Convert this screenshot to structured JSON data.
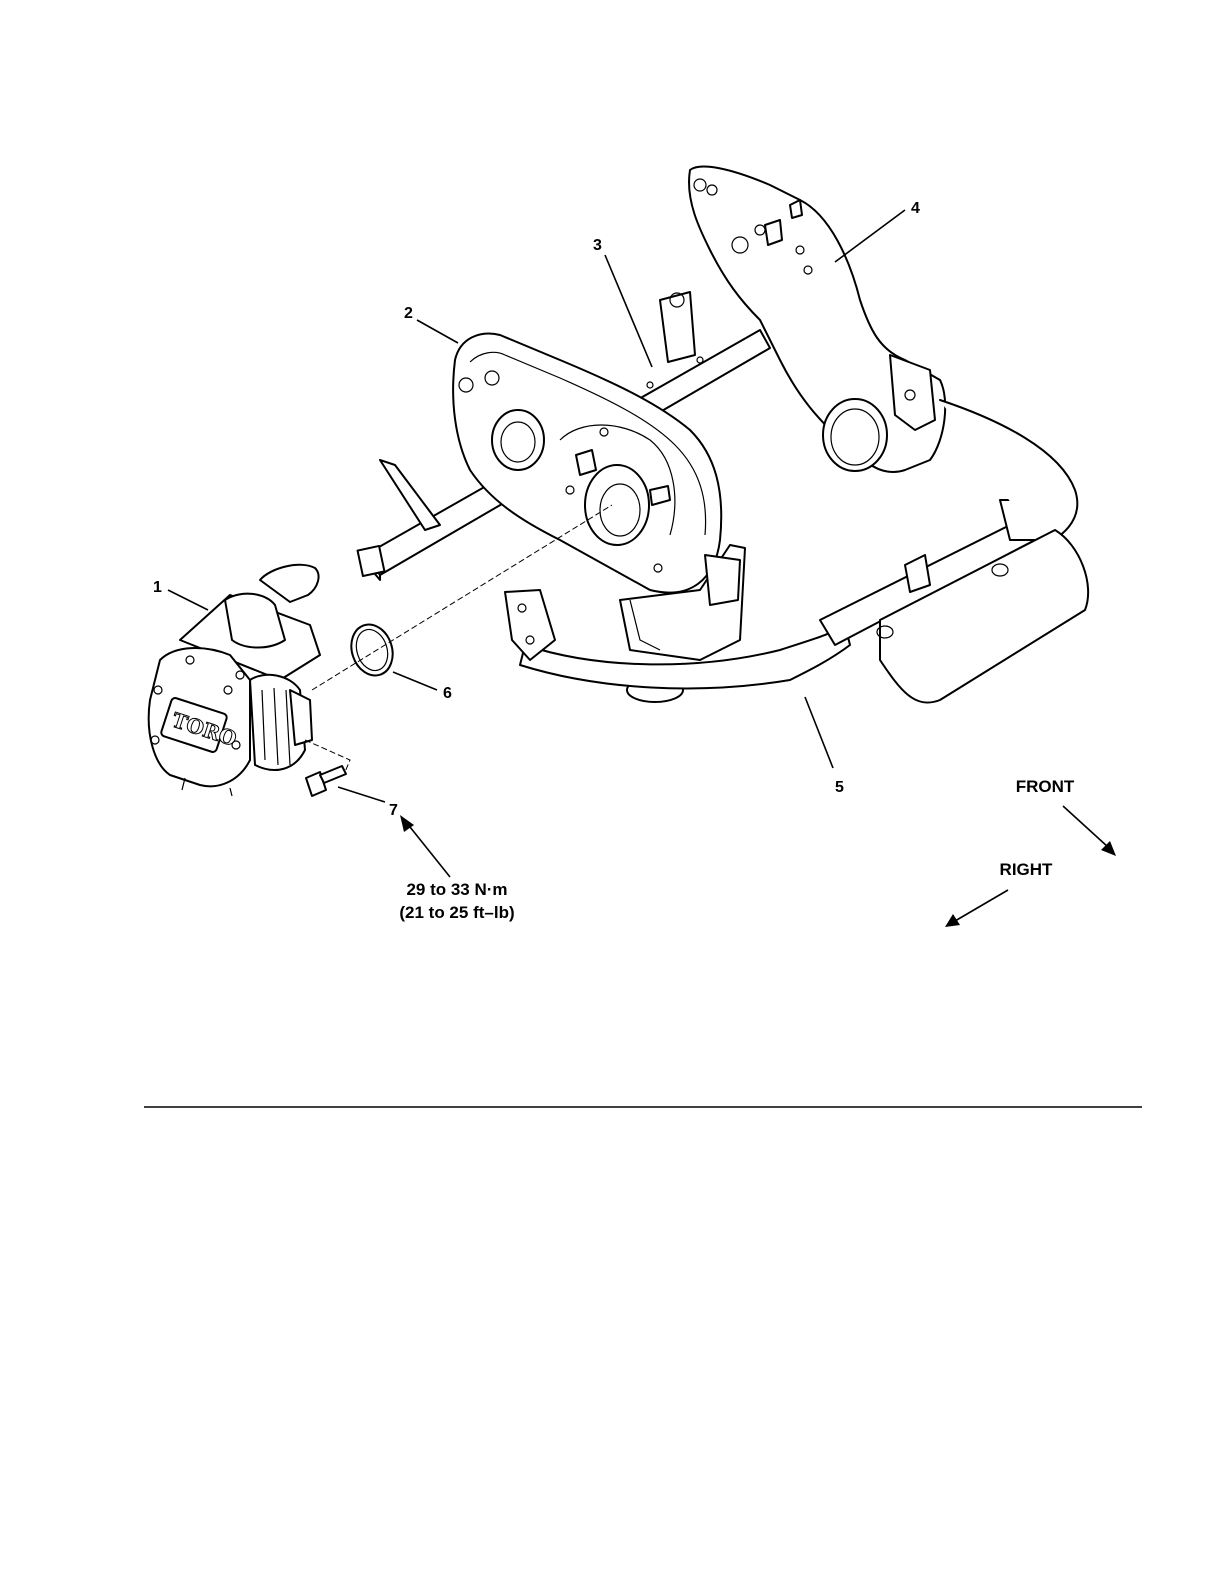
{
  "callouts": [
    "1",
    "2",
    "3",
    "4",
    "5",
    "6",
    "7"
  ],
  "torque": {
    "line1": "29 to 33 N·m",
    "line2": "(21 to 25 ft–lb)"
  },
  "directions": {
    "front": "FRONT",
    "right": "RIGHT"
  },
  "logo_text": "TORO"
}
